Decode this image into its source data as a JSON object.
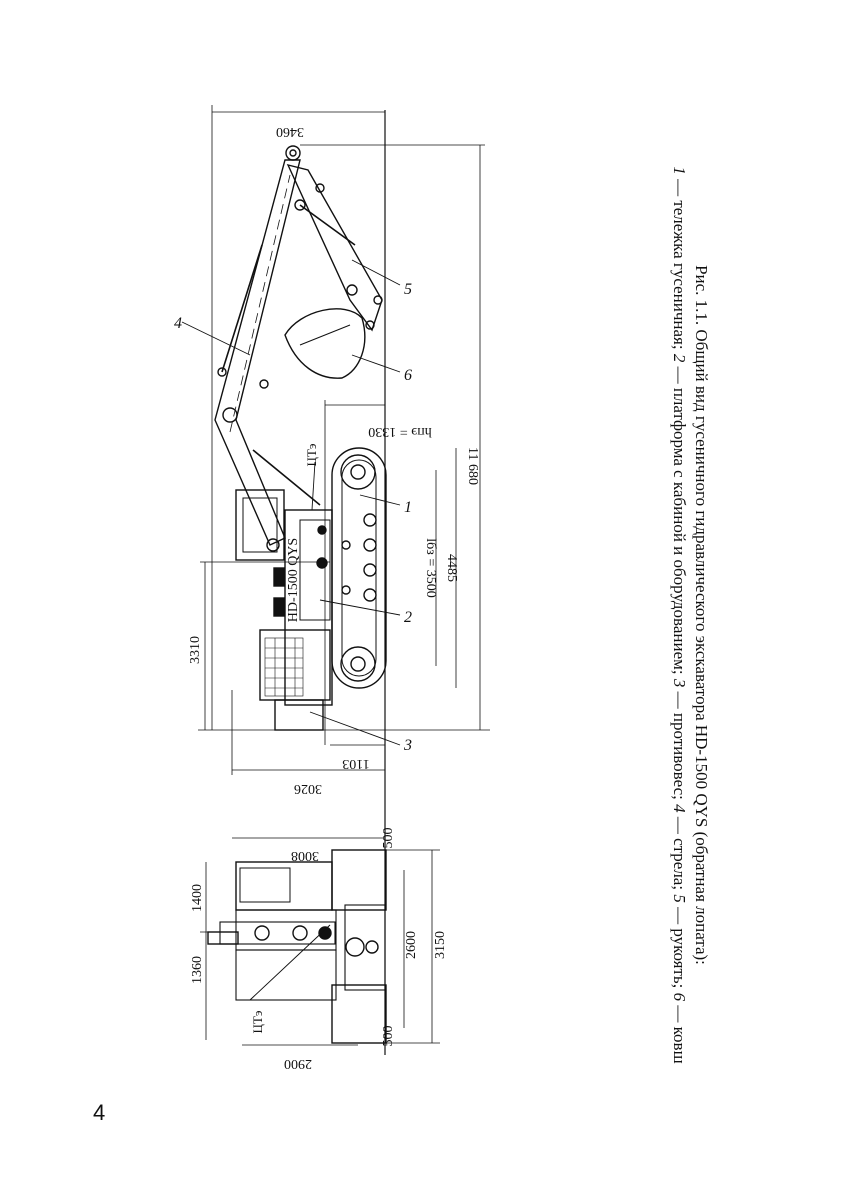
{
  "page": {
    "number": "4"
  },
  "figure": {
    "caption_title": "Рис. 1.1. Общий вид гусеничного гидравлического экскаватора HD-1500 QYS (обратная лопата):",
    "legend": [
      {
        "num": "1",
        "text": "тележка гусеничная;"
      },
      {
        "num": "2",
        "text": "платформа с кабиной и оборудованием;"
      },
      {
        "num": "3",
        "text": "противовес;"
      },
      {
        "num": "4",
        "text": "стрела;"
      },
      {
        "num": "5",
        "text": "рукоять;"
      },
      {
        "num": "6",
        "text": "ковш"
      }
    ],
    "dash": "—",
    "side_view": {
      "model_label": "HD-1500 QYS",
      "cg_label": "ЦТэ",
      "part_numbers": [
        "1",
        "2",
        "3",
        "4",
        "5",
        "6"
      ],
      "dims": {
        "overall_length": "11 680",
        "track_length": "4485",
        "base": "lбз = 3500",
        "height": "3310",
        "tail_radius": "3026",
        "counterweight": "1103",
        "dig_depth": "hпэ = 1330",
        "bucket_reach": "3460"
      }
    },
    "front_view": {
      "cg_label": "ЦТэ",
      "dims": {
        "width_upper": "3008",
        "shoe_left": "500",
        "shoe_right": "500",
        "gauge": "2600",
        "width_total": "3150",
        "offset_left": "1360",
        "offset_right": "1400",
        "platform": "2900"
      }
    }
  }
}
